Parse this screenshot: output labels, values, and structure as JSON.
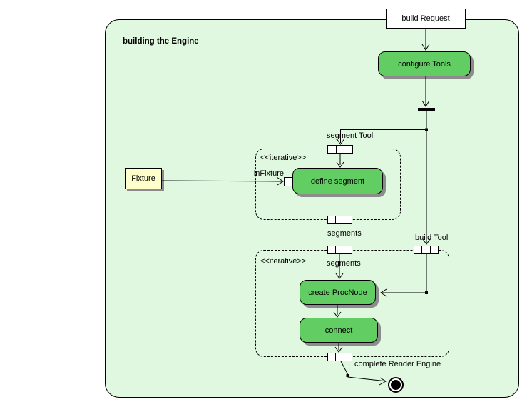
{
  "diagram": {
    "type": "uml-activity-diagram",
    "frame_title": "building the Engine",
    "colors": {
      "page_background": "#ffffff",
      "frame_fill": "#dff8df",
      "action_fill": "#62cd62",
      "object_fill": "#ffffcc",
      "border": "#000000",
      "shadow": "#8c8c8c"
    },
    "nodes": {
      "build_request": {
        "label": "build Request",
        "type": "object-node"
      },
      "configure_tools": {
        "label": "configure Tools",
        "type": "action"
      },
      "define_segment": {
        "label": "define segment",
        "type": "action"
      },
      "create_procnode": {
        "label": "create ProcNode",
        "type": "action"
      },
      "connect": {
        "label": "connect",
        "type": "action"
      },
      "fixture": {
        "label": "Fixture",
        "type": "object-node"
      }
    },
    "regions": {
      "region1": {
        "stereotype": "<<iterative>>"
      },
      "region2": {
        "stereotype": "<<iterative>>"
      }
    },
    "edge_labels": {
      "segment_tool": "segment Tool",
      "in_fixture": "inFixture",
      "segments_between": "segments",
      "segments_inner": "segments",
      "build_tool": "build Tool",
      "complete_render_engine": "complete Render Engine"
    }
  }
}
